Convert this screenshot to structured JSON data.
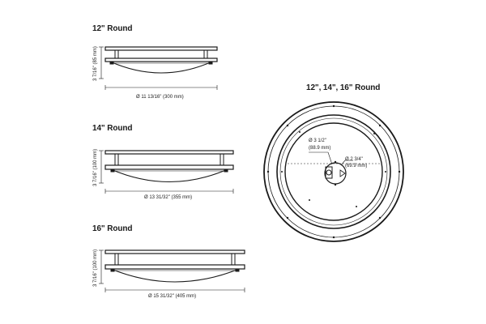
{
  "variants": [
    {
      "title": "12\" Round",
      "height_label": "3 7/16\" (85 mm)",
      "width_label": "Ø 11 13/16\" (300 mm)"
    },
    {
      "title": "14\" Round",
      "height_label": "3 7/16\" (100 mm)",
      "width_label": "Ø 13 31/32\" (355 mm)"
    },
    {
      "title": "16\" Round",
      "height_label": "3 7/16\" (100 mm)",
      "width_label": "Ø 15 31/32\" (405 mm)"
    }
  ],
  "top_view": {
    "title": "12\", 14\", 16\" Round",
    "bracket_label_line1": "Ø 3 1/2\"",
    "bracket_label_line2": "(88.9 mm)",
    "box_label_line1": "Ø 2 3/4\"",
    "box_label_line2": "(69.9 mm)"
  }
}
